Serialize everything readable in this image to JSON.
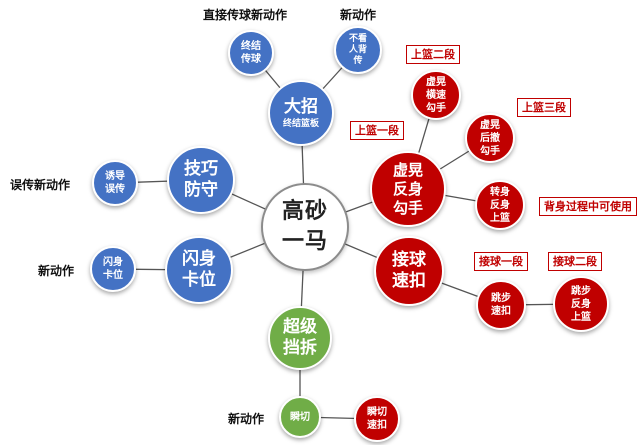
{
  "center": {
    "line1": "高砂",
    "line2": "一马"
  },
  "dazhao": {
    "line1": "大招",
    "sub": "终结篮板"
  },
  "zhongjie": {
    "line1": "终结",
    "line2": "传球"
  },
  "bukan": {
    "line1": "不看",
    "line2": "人背",
    "line3": "传"
  },
  "jiqiao": {
    "line1": "技巧",
    "line2": "防守"
  },
  "youdao": {
    "line1": "诱导",
    "line2": "误传"
  },
  "shanshen": {
    "line1": "闪身",
    "line2": "卡位"
  },
  "shanshen_small": {
    "line1": "闪身",
    "line2": "卡位"
  },
  "chaoji": {
    "line1": "超级",
    "line2": "挡拆"
  },
  "shunqie": {
    "line1": "瞬切"
  },
  "shunqie_suko": {
    "line1": "瞬切",
    "line2": "速扣"
  },
  "xuhuang": {
    "line1": "虚晃",
    "line2": "反身",
    "line3": "勾手"
  },
  "hengsu": {
    "line1": "虚晃",
    "line2": "横速",
    "line3": "勾手"
  },
  "houche": {
    "line1": "虚晃",
    "line2": "后撤",
    "line3": "勾手"
  },
  "zhuanshen": {
    "line1": "转身",
    "line2": "反身",
    "line3": "上篮"
  },
  "jieqiu": {
    "line1": "接球",
    "line2": "速扣"
  },
  "tiaobu": {
    "line1": "跳步",
    "line2": "速扣"
  },
  "tiaobu_fanshen": {
    "line1": "跳步",
    "line2": "反身",
    "line3": "上篮"
  },
  "labels": {
    "zhijie": "直接传球新动作",
    "xin_top": "新动作",
    "wuchuan": "误传新动作",
    "xin_left": "新动作",
    "xin_bottom": "新动作"
  },
  "tags": {
    "shanglan_er": "上篮二段",
    "shanglan_san": "上篮三段",
    "shanglan_yi": "上篮一段",
    "beishen": "背身过程中可使用",
    "jieqiu_yi": "接球一段",
    "jieqiu_er": "接球二段"
  },
  "colors": {
    "blue": "#4472c4",
    "red": "#c00000",
    "green": "#70ad47",
    "line": "#555555"
  }
}
